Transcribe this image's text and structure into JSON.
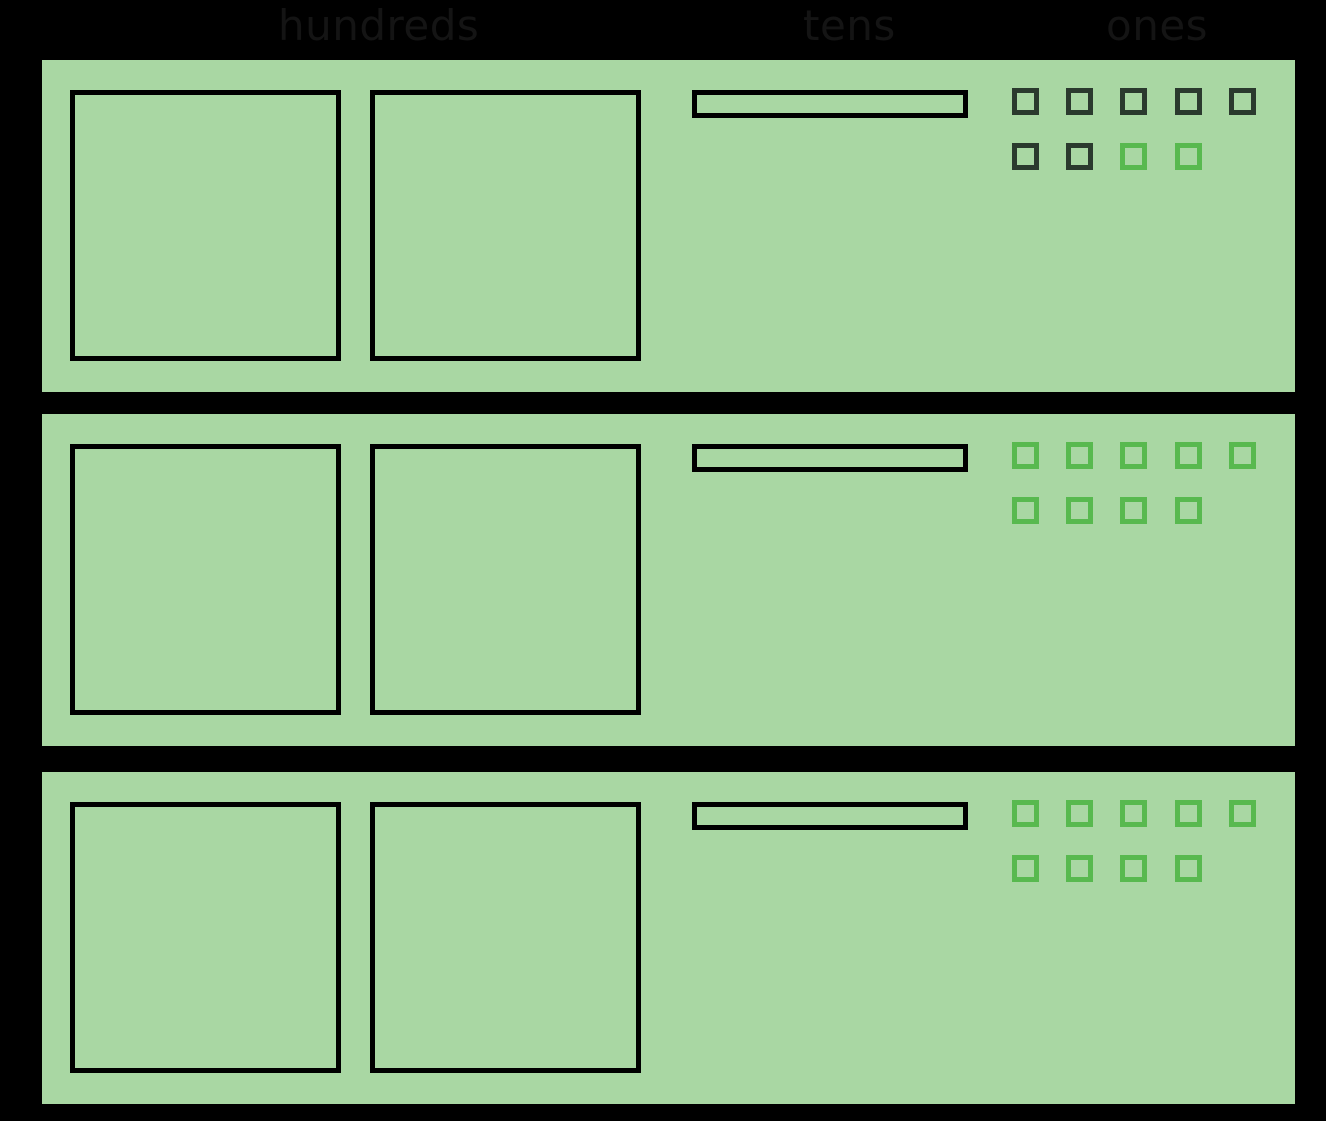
{
  "headers": {
    "hundreds": "hundreds",
    "tens": "tens",
    "ones": "ones"
  },
  "colors": {
    "background": "#000000",
    "panel": "#a9d7a3",
    "block_outline": "#000000",
    "unit_outline_dark": "#2b3a2e",
    "unit_outline_green": "#58b94f",
    "label_text": "#141414"
  },
  "rows": [
    {
      "name": "row-1",
      "hundreds_count": 2,
      "tens_count": 1,
      "ones_count": 9,
      "ones_states": [
        "dark",
        "dark",
        "dark",
        "dark",
        "dark",
        "dark",
        "dark",
        "green",
        "green"
      ]
    },
    {
      "name": "row-2",
      "hundreds_count": 2,
      "tens_count": 1,
      "ones_count": 9,
      "ones_states": [
        "green",
        "green",
        "green",
        "green",
        "green",
        "green",
        "green",
        "green",
        "green"
      ]
    },
    {
      "name": "row-3",
      "hundreds_count": 2,
      "tens_count": 1,
      "ones_count": 9,
      "ones_states": [
        "green",
        "green",
        "green",
        "green",
        "green",
        "green",
        "green",
        "green",
        "green"
      ]
    }
  ]
}
